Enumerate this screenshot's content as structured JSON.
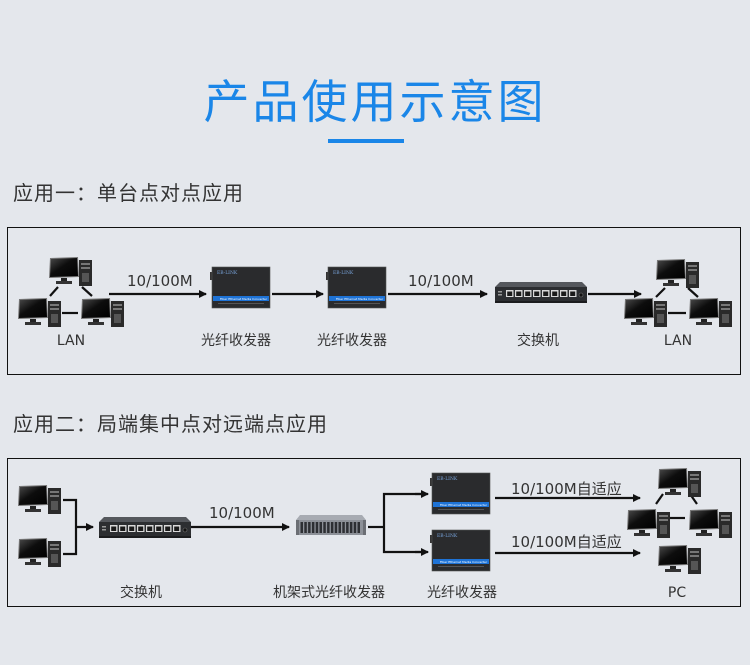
{
  "header": {
    "title": "产品使用示意图",
    "accent_color": "#1a86e8"
  },
  "sections": [
    {
      "heading": "应用一：单台点对点应用",
      "nodes": [
        {
          "id": "lan-left",
          "type": "lan-cluster",
          "label": "LAN"
        },
        {
          "id": "converter-1",
          "type": "media-converter",
          "label": "光纤收发器"
        },
        {
          "id": "converter-2",
          "type": "media-converter",
          "label": "光纤收发器"
        },
        {
          "id": "switch",
          "type": "switch",
          "label": "交换机"
        },
        {
          "id": "lan-right",
          "type": "lan-cluster",
          "label": "LAN"
        }
      ],
      "links": [
        {
          "from": "lan-left",
          "to": "converter-1",
          "label": "10/100M"
        },
        {
          "from": "converter-1",
          "to": "converter-2",
          "label": ""
        },
        {
          "from": "converter-2",
          "to": "switch",
          "label": "10/100M"
        },
        {
          "from": "switch",
          "to": "lan-right",
          "label": ""
        }
      ]
    },
    {
      "heading": "应用二：局端集中点对远端点应用",
      "nodes": [
        {
          "id": "pcs",
          "type": "pc-pair",
          "label": ""
        },
        {
          "id": "switch",
          "type": "switch",
          "label": "交换机"
        },
        {
          "id": "rack",
          "type": "rack-converter",
          "label": "机架式光纤收发器"
        },
        {
          "id": "converter-top",
          "type": "media-converter",
          "label": ""
        },
        {
          "id": "converter-bottom",
          "type": "media-converter",
          "label": "光纤收发器"
        },
        {
          "id": "lan-remote",
          "type": "lan-cluster",
          "label": ""
        },
        {
          "id": "pc-remote",
          "type": "pc",
          "label": "PC"
        }
      ],
      "links": [
        {
          "from": "pcs",
          "to": "switch",
          "label": ""
        },
        {
          "from": "switch",
          "to": "rack",
          "label": "10/100M"
        },
        {
          "from": "rack",
          "to": "converter-top",
          "label": ""
        },
        {
          "from": "rack",
          "to": "converter-bottom",
          "label": ""
        },
        {
          "from": "converter-top",
          "to": "lan-remote",
          "label": "10/100M自适应"
        },
        {
          "from": "converter-bottom",
          "to": "pc-remote",
          "label": "10/100M自适应"
        }
      ]
    }
  ],
  "device_text": {
    "converter_brand": "EB-LINK",
    "converter_band": "Fiber Ethernet Media Converter"
  }
}
